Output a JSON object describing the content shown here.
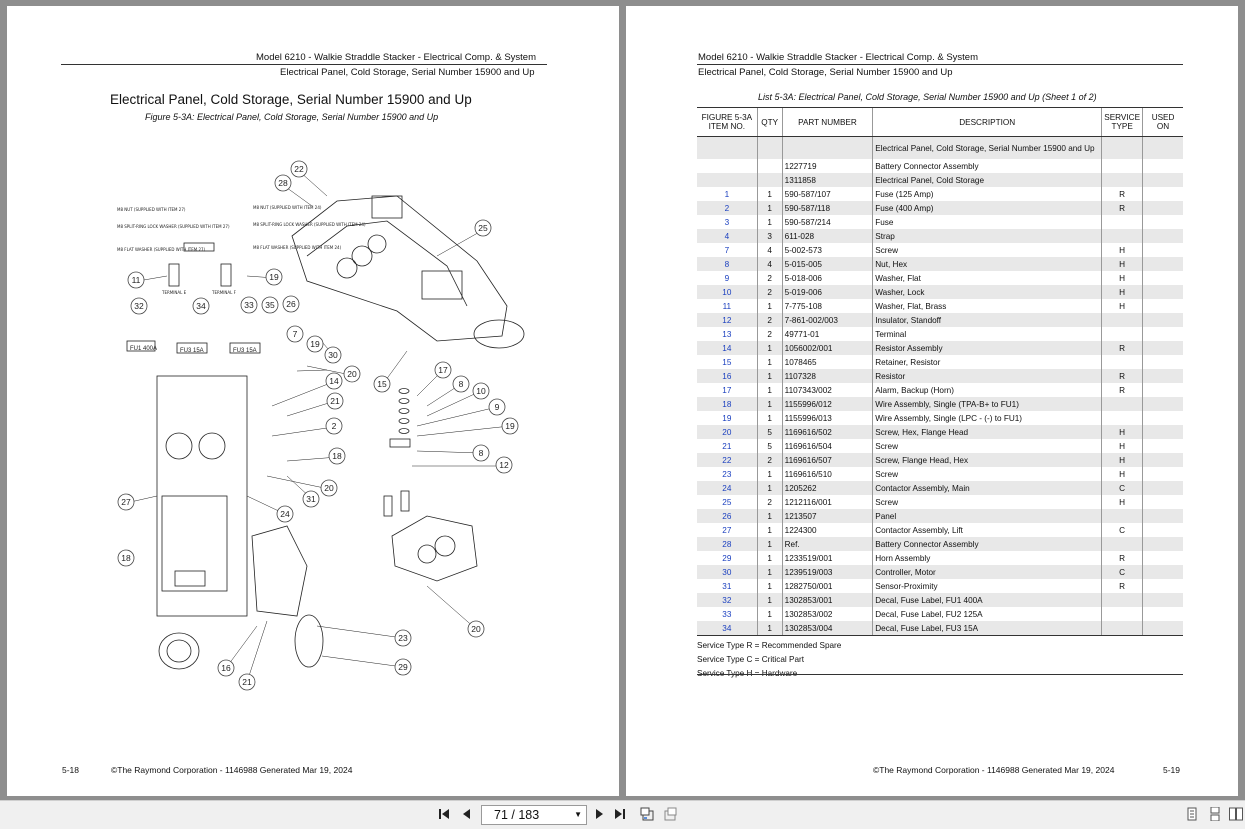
{
  "left_page": {
    "header_line1": "Model 6210 - Walkie Straddle Stacker - Electrical Comp. & System",
    "header_line2": "Electrical Panel, Cold Storage, Serial Number 15900 and Up",
    "title": "Electrical Panel, Cold Storage, Serial Number 15900 and Up",
    "figure_caption": "Figure 5-3A: Electrical Panel, Cold Storage, Serial Number 15900 and Up",
    "footer_page": "5-18",
    "footer_text": "©The Raymond Corporation - 1146988 Generated Mar 19, 2024",
    "diagram": {
      "callouts": [
        "22",
        "28",
        "25",
        "11",
        "19",
        "32",
        "34",
        "33",
        "35",
        "26",
        "7",
        "19",
        "30",
        "20",
        "14",
        "15",
        "17",
        "21",
        "8",
        "10",
        "9",
        "2",
        "19",
        "18",
        "8",
        "12",
        "20",
        "31",
        "27",
        "24",
        "18",
        "23",
        "20",
        "29",
        "16",
        "21"
      ],
      "labels": [
        "FU1 400A",
        "FU3 15A",
        "FU3 15A"
      ],
      "notes": [
        "M8 NUT (SUPPLIED WITH ITEM 27)",
        "M8 SPLIT-RING LOCK WASHER (SUPPLIED WITH ITEM 27)",
        "M8 FLAT WASHER (SUPPLIED WITH ITEM 27)",
        "M8 NUT (SUPPLIED WITH ITEM 24)",
        "M8 SPLIT-RING LOCK WASHER (SUPPLIED WITH ITEM 24)",
        "M8 FLAT WASHER (SUPPLIED WITH ITEM 24)",
        "TERMINAL E",
        "TERMINAL F"
      ]
    }
  },
  "right_page": {
    "header_line1": "Model 6210 - Walkie Straddle Stacker - Electrical Comp. & System",
    "header_line2": "Electrical Panel, Cold Storage, Serial Number 15900 and Up",
    "list_title": "List 5-3A: Electrical Panel, Cold Storage, Serial Number 15900 and Up (Sheet 1 of 2)",
    "columns": [
      "FIGURE 5-3A ITEM NO.",
      "QTY",
      "PART NUMBER",
      "DESCRIPTION",
      "SERVICE TYPE",
      "USED ON"
    ],
    "rows": [
      {
        "item": "",
        "qty": "",
        "part": "",
        "desc": "Electrical Panel, Cold Storage, Serial Number 15900 and Up",
        "svc": "",
        "used": ""
      },
      {
        "item": "",
        "qty": "",
        "part": "1227719",
        "desc": "Battery Connector Assembly",
        "svc": "",
        "used": ""
      },
      {
        "item": "",
        "qty": "",
        "part": "1311858",
        "desc": "Electrical Panel, Cold Storage",
        "svc": "",
        "used": ""
      },
      {
        "item": "1",
        "qty": "1",
        "part": "590-587/107",
        "desc": "Fuse (125 Amp)",
        "svc": "R",
        "used": ""
      },
      {
        "item": "2",
        "qty": "1",
        "part": "590-587/118",
        "desc": "Fuse (400 Amp)",
        "svc": "R",
        "used": ""
      },
      {
        "item": "3",
        "qty": "1",
        "part": "590-587/214",
        "desc": "Fuse",
        "svc": "",
        "used": ""
      },
      {
        "item": "4",
        "qty": "3",
        "part": "611-028",
        "desc": "Strap",
        "svc": "",
        "used": ""
      },
      {
        "item": "7",
        "qty": "4",
        "part": "5-002-573",
        "desc": "Screw",
        "svc": "H",
        "used": ""
      },
      {
        "item": "8",
        "qty": "4",
        "part": "5-015-005",
        "desc": "Nut, Hex",
        "svc": "H",
        "used": ""
      },
      {
        "item": "9",
        "qty": "2",
        "part": "5-018-006",
        "desc": "Washer, Flat",
        "svc": "H",
        "used": ""
      },
      {
        "item": "10",
        "qty": "2",
        "part": "5-019-006",
        "desc": "Washer, Lock",
        "svc": "H",
        "used": ""
      },
      {
        "item": "11",
        "qty": "1",
        "part": "7-775-108",
        "desc": "Washer, Flat, Brass",
        "svc": "H",
        "used": ""
      },
      {
        "item": "12",
        "qty": "2",
        "part": "7-861-002/003",
        "desc": "Insulator, Standoff",
        "svc": "",
        "used": ""
      },
      {
        "item": "13",
        "qty": "2",
        "part": "49771-01",
        "desc": "Terminal",
        "svc": "",
        "used": ""
      },
      {
        "item": "14",
        "qty": "1",
        "part": "1056002/001",
        "desc": "Resistor Assembly",
        "svc": "R",
        "used": ""
      },
      {
        "item": "15",
        "qty": "1",
        "part": "1078465",
        "desc": "Retainer, Resistor",
        "svc": "",
        "used": ""
      },
      {
        "item": "16",
        "qty": "1",
        "part": "1107328",
        "desc": "Resistor",
        "svc": "R",
        "used": ""
      },
      {
        "item": "17",
        "qty": "1",
        "part": "1107343/002",
        "desc": "Alarm, Backup (Horn)",
        "svc": "R",
        "used": ""
      },
      {
        "item": "18",
        "qty": "1",
        "part": "1155996/012",
        "desc": "Wire Assembly, Single (TPA-B+ to FU1)",
        "svc": "",
        "used": ""
      },
      {
        "item": "19",
        "qty": "1",
        "part": "1155996/013",
        "desc": "Wire Assembly, Single (LPC - (-) to FU1)",
        "svc": "",
        "used": ""
      },
      {
        "item": "20",
        "qty": "5",
        "part": "1169616/502",
        "desc": "Screw, Hex, Flange Head",
        "svc": "H",
        "used": ""
      },
      {
        "item": "21",
        "qty": "5",
        "part": "1169616/504",
        "desc": "Screw",
        "svc": "H",
        "used": ""
      },
      {
        "item": "22",
        "qty": "2",
        "part": "1169616/507",
        "desc": "Screw, Flange Head, Hex",
        "svc": "H",
        "used": ""
      },
      {
        "item": "23",
        "qty": "1",
        "part": "1169616/510",
        "desc": "Screw",
        "svc": "H",
        "used": ""
      },
      {
        "item": "24",
        "qty": "1",
        "part": "1205262",
        "desc": "Contactor Assembly, Main",
        "svc": "C",
        "used": ""
      },
      {
        "item": "25",
        "qty": "2",
        "part": "1212116/001",
        "desc": "Screw",
        "svc": "H",
        "used": ""
      },
      {
        "item": "26",
        "qty": "1",
        "part": "1213507",
        "desc": "Panel",
        "svc": "",
        "used": ""
      },
      {
        "item": "27",
        "qty": "1",
        "part": "1224300",
        "desc": "Contactor Assembly, Lift",
        "svc": "C",
        "used": ""
      },
      {
        "item": "28",
        "qty": "1",
        "part": "Ref.",
        "desc": "Battery Connector Assembly",
        "svc": "",
        "used": ""
      },
      {
        "item": "29",
        "qty": "1",
        "part": "1233519/001",
        "desc": "Horn Assembly",
        "svc": "R",
        "used": ""
      },
      {
        "item": "30",
        "qty": "1",
        "part": "1239519/003",
        "desc": "Controller, Motor",
        "svc": "C",
        "used": ""
      },
      {
        "item": "31",
        "qty": "1",
        "part": "1282750/001",
        "desc": "Sensor-Proximity",
        "svc": "R",
        "used": ""
      },
      {
        "item": "32",
        "qty": "1",
        "part": "1302853/001",
        "desc": "Decal, Fuse Label, FU1 400A",
        "svc": "",
        "used": ""
      },
      {
        "item": "33",
        "qty": "1",
        "part": "1302853/002",
        "desc": "Decal, Fuse Label, FU2 125A",
        "svc": "",
        "used": ""
      },
      {
        "item": "34",
        "qty": "1",
        "part": "1302853/004",
        "desc": "Decal, Fuse Label, FU3 15A",
        "svc": "",
        "used": ""
      }
    ],
    "service_notes": [
      "Service Type R = Recommended Spare",
      "Service Type C = Critical Part",
      "Service Type H = Hardware"
    ],
    "footer_text": "©The Raymond Corporation - 1146988 Generated Mar 19, 2024",
    "footer_page": "5-19"
  },
  "toolbar": {
    "page_value": "71 / 183",
    "icons": [
      "first-page-icon",
      "prev-page-icon",
      "next-page-icon",
      "last-page-icon",
      "go-back-icon",
      "go-forward-icon",
      "single-page-view-icon",
      "continuous-view-icon",
      "two-page-view-icon"
    ]
  }
}
